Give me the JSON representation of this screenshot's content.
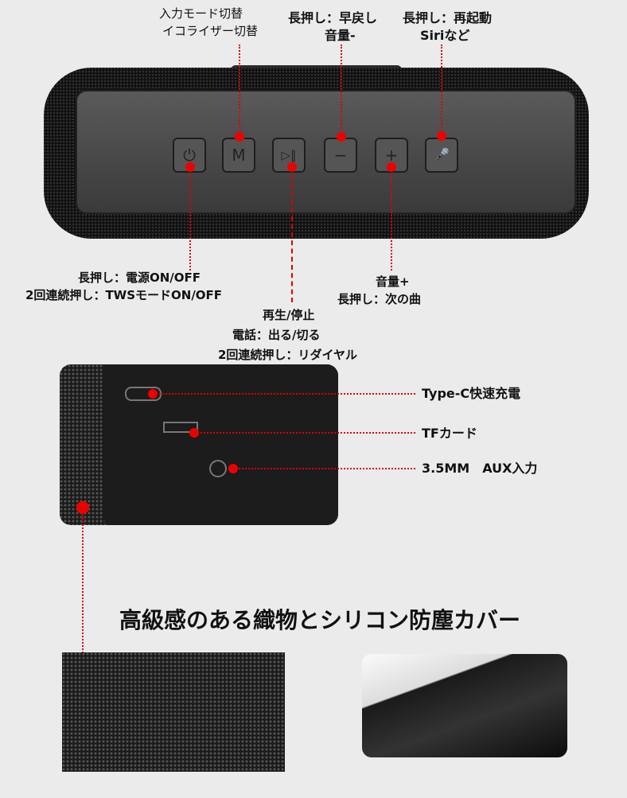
{
  "labels": {
    "mode": [
      "入力モード切替",
      "イコライザー切替"
    ],
    "vol_down": [
      "長押し：早戻し",
      "音量-"
    ],
    "siri": [
      "長押し：再起動",
      "Siriなど"
    ],
    "power": [
      "長押し：電源ON/OFF",
      "2回連続押し：TWSモードON/OFF"
    ],
    "vol_up": [
      "音量+",
      "長押し：次の曲"
    ],
    "play": [
      "再生/停止",
      "電話：出る/切る",
      "2回連続押し：リダイヤル"
    ]
  },
  "ports": [
    "Type-C快速充電",
    "TFカード",
    "3.5MM　AUX入力"
  ],
  "heading": "高級感のある織物とシリコン防塵カバー",
  "buttons": [
    "⏻",
    "M",
    "▷‖",
    "−",
    "+",
    "🎤"
  ],
  "accent": "#e00000"
}
